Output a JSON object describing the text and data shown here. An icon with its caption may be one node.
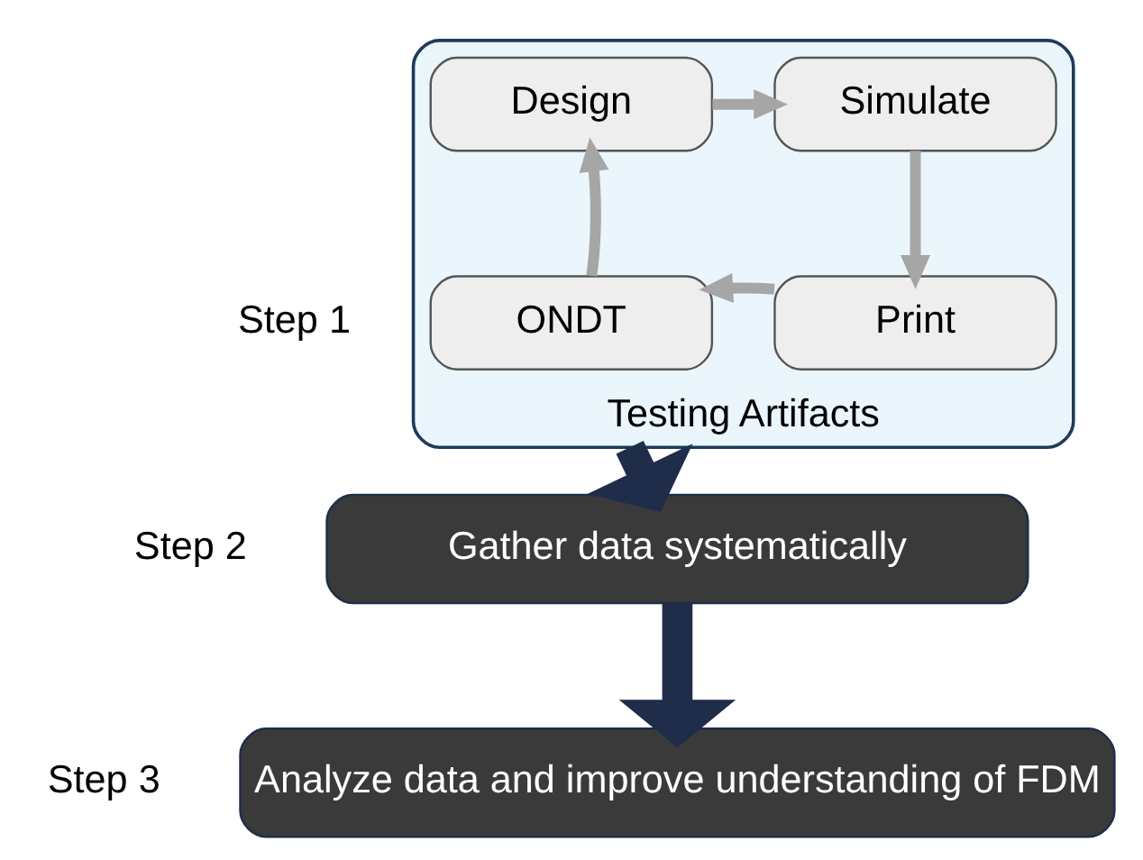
{
  "diagram": {
    "nodes": [
      {
        "text": [
          "Testing Artifacts"
        ],
        "beside": [
          "Step 1"
        ]
      },
      {
        "text": [
          "Design"
        ],
        "in": 0
      },
      {
        "text": [
          "Simulate"
        ],
        "in": 0
      },
      {
        "text": [
          "Print"
        ],
        "in": 0
      },
      {
        "text": [
          "ONDT"
        ],
        "in": 0
      },
      {
        "text": [
          "Gather data systematically"
        ],
        "beside": [
          "Step 2"
        ]
      },
      {
        "text": [
          "Analyze data and improve understanding of FDM"
        ],
        "beside": [
          "Step 3"
        ]
      }
    ],
    "edges": [
      {
        "from": 1,
        "to": 2,
        "arrow": "to"
      },
      {
        "from": 2,
        "to": 3,
        "arrow": "to"
      },
      {
        "from": 3,
        "to": 4,
        "arrow": "to"
      },
      {
        "from": 4,
        "to": 1,
        "arrow": "to"
      },
      {
        "from": 0,
        "to": 5,
        "arrow": "to",
        "style": "thick",
        "color": "#1f2d4a"
      },
      {
        "from": 5,
        "to": 6,
        "arrow": "to",
        "style": "thick",
        "color": "#1f2d4a"
      }
    ]
  }
}
